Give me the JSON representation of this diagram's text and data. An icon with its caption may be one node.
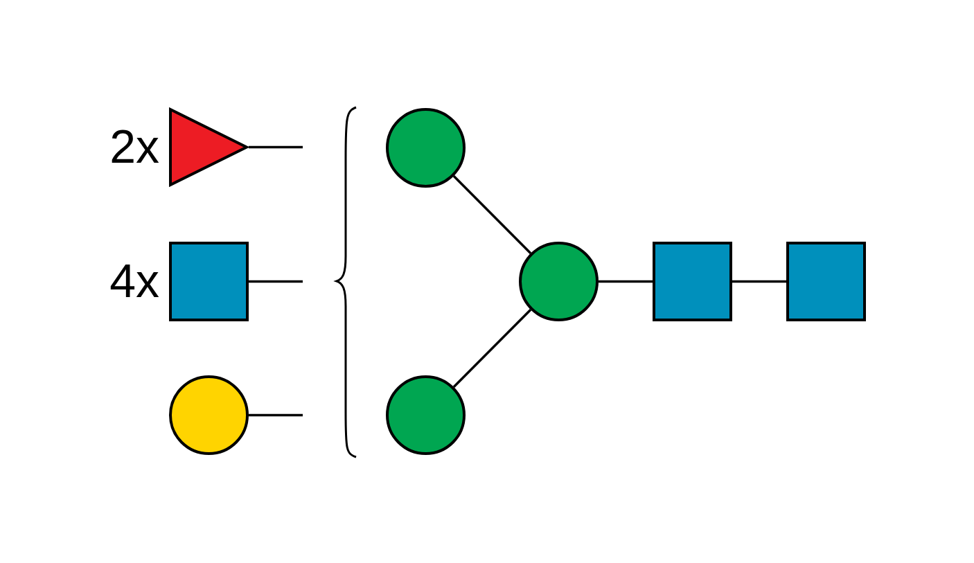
{
  "diagram": {
    "nodes": [
      {
        "text": [],
        "shape": "triangle",
        "beside": [
          "2x"
        ]
      },
      {
        "text": [],
        "shape": "box",
        "beside": [
          "4x"
        ]
      },
      {
        "text": [],
        "shape": "circle"
      },
      {
        "text": [],
        "shape": "circle"
      },
      {
        "text": [],
        "shape": "circle"
      },
      {
        "text": [],
        "shape": "circle"
      },
      {
        "text": [],
        "shape": "box"
      },
      {
        "text": [],
        "shape": "box"
      }
    ],
    "edges": [
      {
        "from": 0,
        "to": null,
        "arrow": "none"
      },
      {
        "from": 1,
        "to": null,
        "arrow": "none"
      },
      {
        "from": 2,
        "to": null,
        "arrow": "none"
      },
      {
        "from": 3,
        "to": 4,
        "arrow": "none"
      },
      {
        "from": 5,
        "to": 4,
        "arrow": "none"
      },
      {
        "from": 4,
        "to": 6,
        "arrow": "none"
      },
      {
        "from": 6,
        "to": 7,
        "arrow": "none"
      }
    ]
  }
}
